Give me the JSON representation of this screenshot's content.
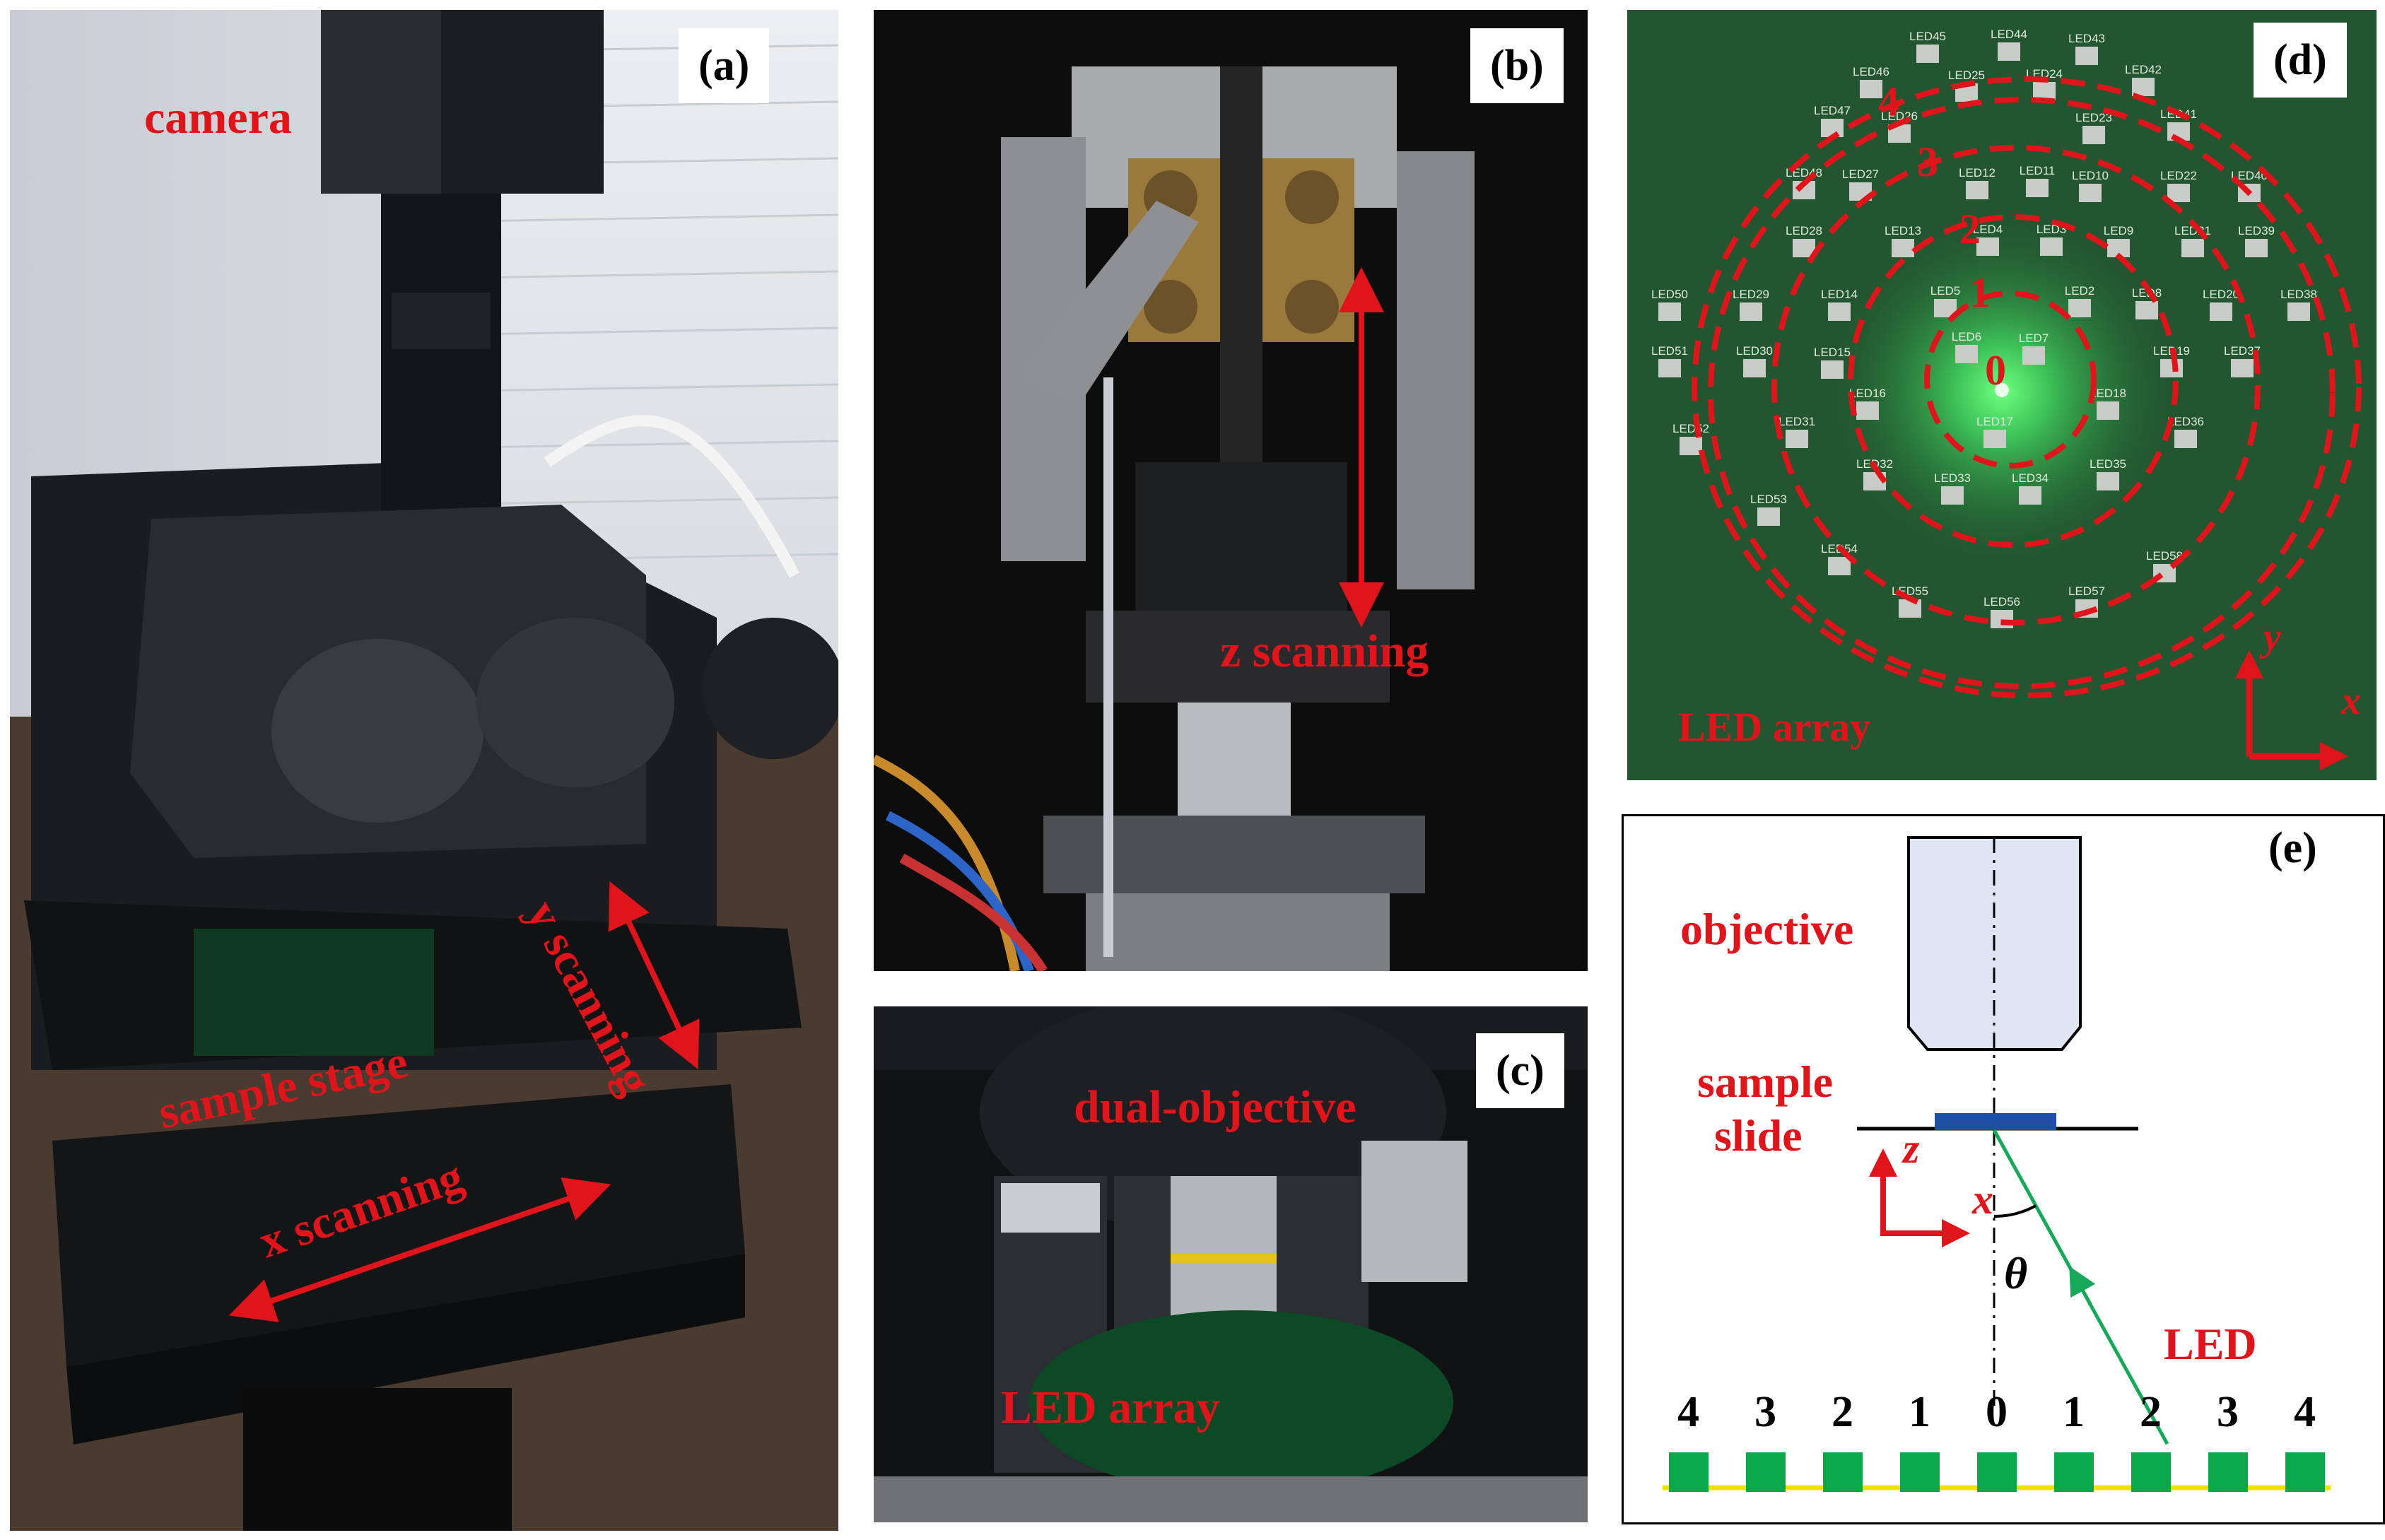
{
  "panels": {
    "a": {
      "label": "(a)",
      "annotations": {
        "camera": "camera",
        "y_scanning": "y scanning",
        "sample_stage": "sample stage",
        "x_scanning": "x scanning"
      }
    },
    "b": {
      "label": "(b)",
      "annotations": {
        "z_scanning": "z scanning"
      }
    },
    "c": {
      "label": "(c)",
      "annotations": {
        "dual_objective": "dual-objective",
        "led_array": "LED array"
      }
    },
    "d": {
      "label": "(d)",
      "annotations": {
        "led_array": "LED array",
        "axis_x": "x",
        "axis_y": "y"
      },
      "ring_labels": [
        "0",
        "1",
        "2",
        "3",
        "4"
      ],
      "led_labels": [
        "LED45",
        "LED44",
        "LED43",
        "LED46",
        "LED42",
        "LED47",
        "LED25",
        "LED24",
        "LED41",
        "LED26",
        "LED23",
        "LED48",
        "LED27",
        "LED12",
        "LED11",
        "LED10",
        "LED22",
        "LED40",
        "LED13",
        "LED28",
        "LED4",
        "LED3",
        "LED9",
        "LED21",
        "LED39",
        "LED50",
        "LED29",
        "LED14",
        "LED5",
        "LED2",
        "LED8",
        "LED20",
        "LED38",
        "LED6",
        "LED7",
        "LED51",
        "LED30",
        "LED15",
        "LED19",
        "LED37",
        "LED16",
        "LED18",
        "LED31",
        "LED17",
        "LED36",
        "LED52",
        "LED32",
        "LED33",
        "LED34",
        "LED35",
        "LED53",
        "LED54",
        "LED55",
        "LED56",
        "LED57",
        "LED58"
      ]
    },
    "e": {
      "label": "(e)",
      "annotations": {
        "objective": "objective",
        "sample": "sample",
        "slide": "slide",
        "theta": "θ",
        "led": "LED",
        "axis_z": "z",
        "axis_x": "x"
      },
      "led_index_labels": [
        "4",
        "3",
        "2",
        "1",
        "0",
        "1",
        "2",
        "3",
        "4"
      ]
    }
  },
  "colors": {
    "annotation_red": "#e0141b",
    "led_green": "#0aa84a",
    "slide_blue": "#1f4fa0",
    "ray_green": "#18a85a",
    "objective_fill": "#dfe6f3",
    "strip_yellow": "#f0e000"
  }
}
